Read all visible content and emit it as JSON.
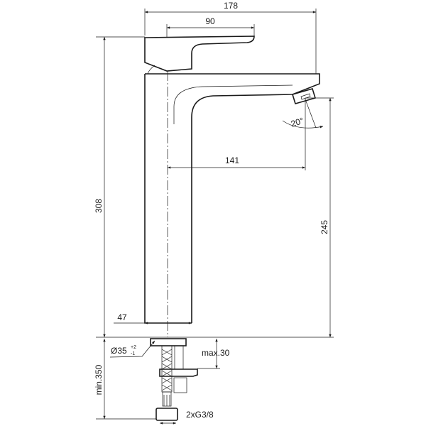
{
  "dimensions": {
    "overall_width": "178",
    "handle_length": "90",
    "spout_reach": "141",
    "overall_height": "308",
    "spout_height": "245",
    "base_width": "47",
    "hole_diameter": "Ø35",
    "hole_tol_plus": "+2",
    "hole_tol_minus": "-1",
    "max_deck_thickness": "max.30",
    "hose_length": "min.350",
    "connection": "2xG3/8",
    "aerator_angle": "20°"
  },
  "colors": {
    "line": "#1a1a1a",
    "background": "#ffffff"
  }
}
